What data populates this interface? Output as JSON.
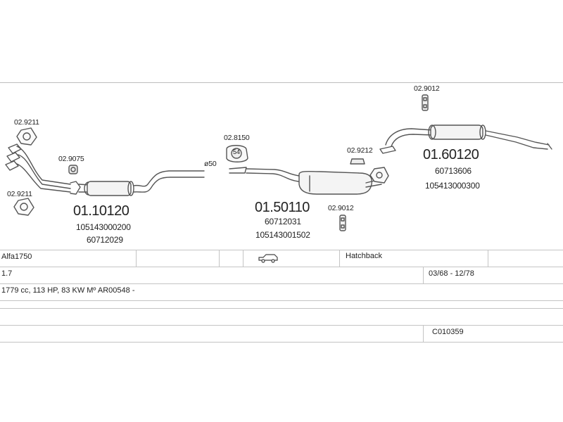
{
  "parts": [
    {
      "code": "02.9211"
    },
    {
      "code": "02.9075"
    },
    {
      "code": "02.9211"
    },
    {
      "code": "01.10120"
    },
    {
      "code": "105143000200"
    },
    {
      "code": "60712029"
    },
    {
      "code": "02.8150"
    },
    {
      "code": "ø50"
    },
    {
      "code": "01.50110"
    },
    {
      "code": "60712031"
    },
    {
      "code": "105143001502"
    },
    {
      "code": "02.9212"
    },
    {
      "code": "02.9012"
    },
    {
      "code": "02.9012"
    },
    {
      "code": "01.60120"
    },
    {
      "code": "60713606"
    },
    {
      "code": "105413000300"
    }
  ],
  "clamp_badge": "54",
  "vehicle": {
    "model": "Alfa1750",
    "body_type": "Hatchback",
    "engine": "1.7",
    "years": "03/68 - 12/78",
    "details": "1779 cc, 113 HP, 83 KW Mº AR00548 -",
    "reference": "C010359"
  },
  "icons": {
    "car": "hatchback-car-icon",
    "muffler": "muffler-icon",
    "gasket": "gasket-icon",
    "hanger": "hanger-icon",
    "clamp": "clamp-icon"
  },
  "colors": {
    "line": "#555555",
    "grid": "#c4c4c4"
  }
}
